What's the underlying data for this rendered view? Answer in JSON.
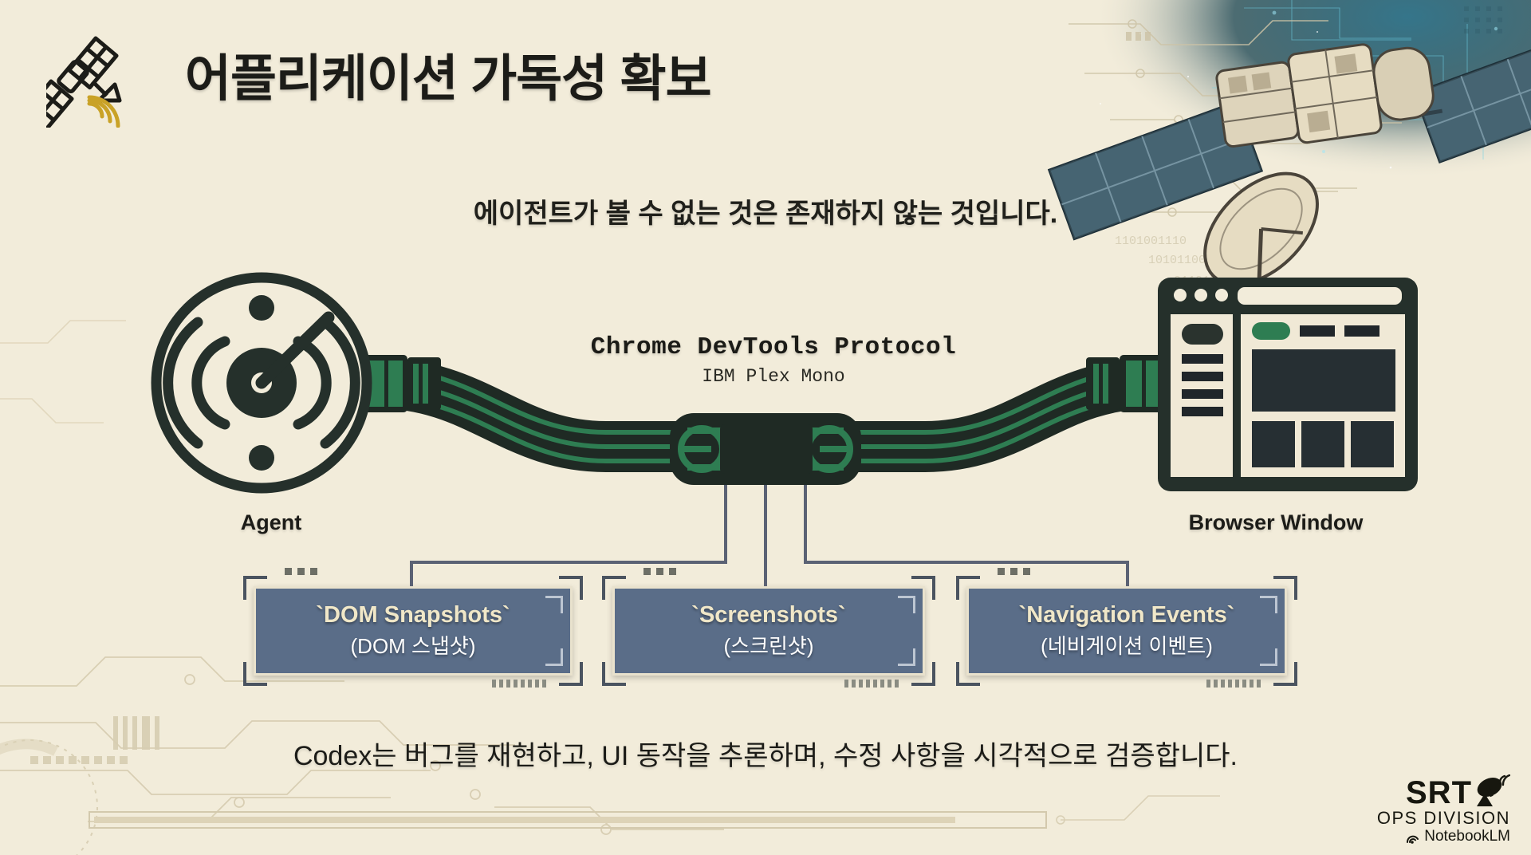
{
  "header": {
    "title": "어플리케이션 가독성 확보",
    "satellite_icon": "satellite-icon"
  },
  "subtitle": "에이전트가 볼 수 없는 것은 존재하지 않는 것입니다.",
  "diagram": {
    "left_node": {
      "label": "Agent",
      "icon": "radar-icon"
    },
    "right_node": {
      "label": "Browser Window",
      "icon": "browser-window-icon"
    },
    "connector": {
      "title": "Chrome DevTools Protocol",
      "subtitle": "IBM Plex Mono",
      "icon": "cable-connector-icon"
    },
    "capabilities": [
      {
        "code": "`DOM Snapshots`",
        "korean": "(DOM 스냅샷)"
      },
      {
        "code": "`Screenshots`",
        "korean": "(스크린샷)"
      },
      {
        "code": "`Navigation Events`",
        "korean": "(네비게이션 이벤트)"
      }
    ]
  },
  "caption": "Codex는 버그를 재현하고, UI 동작을 추론하며, 수정 사항을 시각적으로 검증합니다.",
  "brand": {
    "name": "SRT",
    "division": "OPS DIVISION",
    "source": "NotebookLM",
    "dish_icon": "satellite-dish-icon",
    "nlm_icon": "notebooklm-icon"
  },
  "colors": {
    "background": "#f2ecda",
    "ink": "#1c1c18",
    "cable_dark": "#1f2a24",
    "cable_green": "#2e7d52",
    "box_blue": "#5a6d88",
    "box_text": "#f0e7c8",
    "accent_gold": "#c9a227"
  }
}
